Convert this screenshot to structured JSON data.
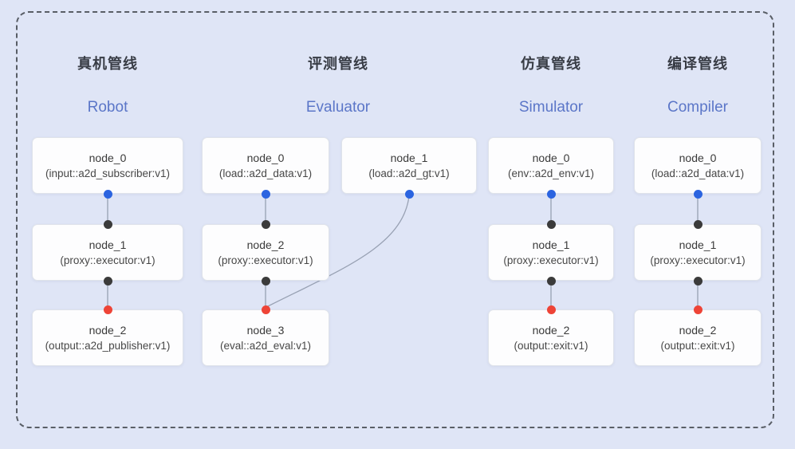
{
  "diagram": {
    "description_icons": {
      "blue_dot": "output-port-dot",
      "black_dot": "executor-port-dot",
      "red_dot": "sink-port-dot"
    },
    "colors": {
      "bg": "#dfe5f6",
      "port_blue": "#2b64e0",
      "port_black": "#3b3b3b",
      "port_red": "#ee4437",
      "edge": "#98a1b3",
      "subtitle": "#5b76c8",
      "title": "#383c45"
    },
    "pipelines": [
      {
        "title_zh": "真机管线",
        "title_en": "Robot",
        "nodes": [
          {
            "name": "node_0",
            "type": "(input::a2d_subscriber:v1)"
          },
          {
            "name": "node_1",
            "type": "(proxy::executor:v1)"
          },
          {
            "name": "node_2",
            "type": "(output::a2d_publisher:v1)"
          }
        ]
      },
      {
        "title_zh": "评测管线",
        "title_en": "Evaluator",
        "nodes": [
          {
            "name": "node_0",
            "type": "(load::a2d_data:v1)"
          },
          {
            "name": "node_1",
            "type": "(load::a2d_gt:v1)"
          },
          {
            "name": "node_2",
            "type": "(proxy::executor:v1)"
          },
          {
            "name": "node_3",
            "type": "(eval::a2d_eval:v1)"
          }
        ]
      },
      {
        "title_zh": "仿真管线",
        "title_en": "Simulator",
        "nodes": [
          {
            "name": "node_0",
            "type": "(env::a2d_env:v1)"
          },
          {
            "name": "node_1",
            "type": "(proxy::executor:v1)"
          },
          {
            "name": "node_2",
            "type": "(output::exit:v1)"
          }
        ]
      },
      {
        "title_zh": "编译管线",
        "title_en": "Compiler",
        "nodes": [
          {
            "name": "node_0",
            "type": "(load::a2d_data:v1)"
          },
          {
            "name": "node_1",
            "type": "(proxy::executor:v1)"
          },
          {
            "name": "node_2",
            "type": "(output::exit:v1)"
          }
        ]
      }
    ]
  }
}
